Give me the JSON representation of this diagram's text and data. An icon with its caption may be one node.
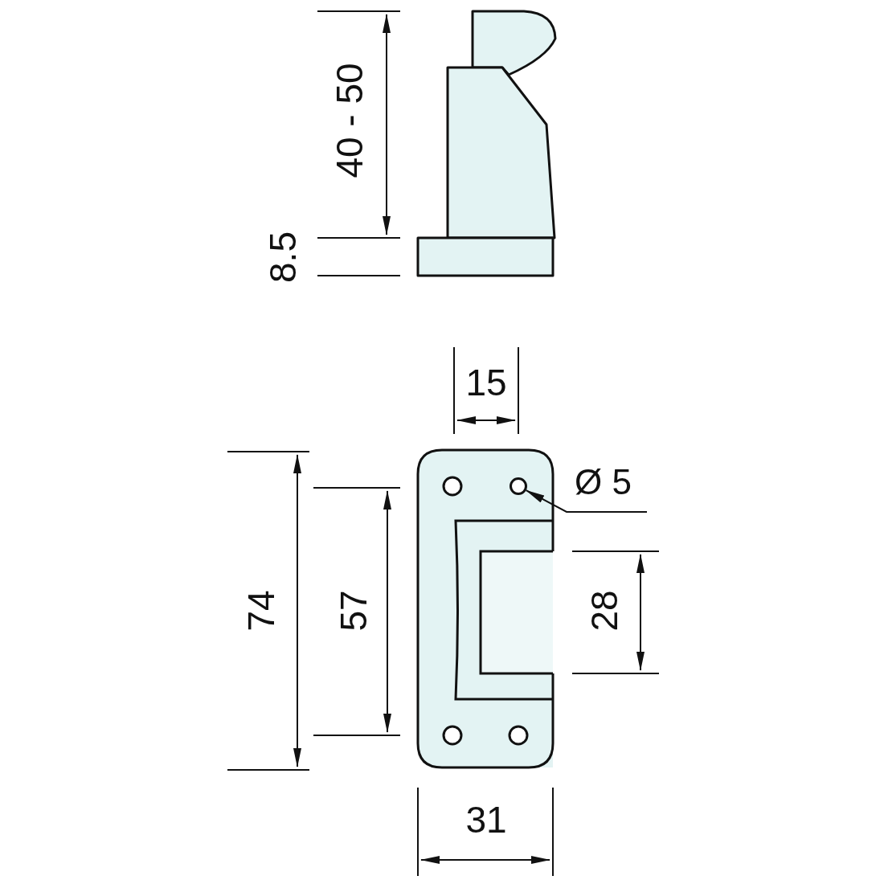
{
  "diagram": {
    "nodes": [
      {
        "text": [
          "Ø 5"
        ]
      },
      {
        "text": [],
        "shape": "circle"
      }
    ],
    "edges": [
      {
        "from": 0,
        "to": 1,
        "arrow": "to"
      }
    ],
    "labels": [
      "40 - 50",
      "8.5",
      "15",
      "74",
      "57",
      "28",
      "31"
    ]
  }
}
